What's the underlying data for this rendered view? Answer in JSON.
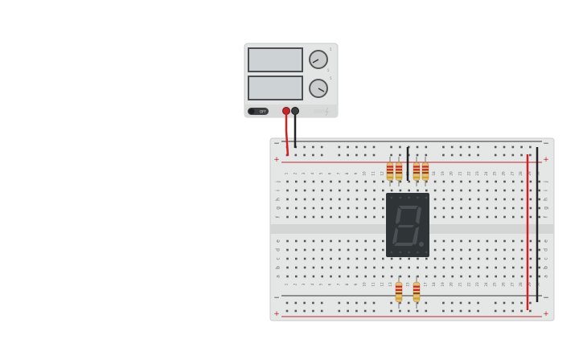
{
  "power_supply": {
    "switch_label": "OFF",
    "knob_top_max": "5",
    "knob_bottom_max": "5",
    "current_limit_label": "5"
  },
  "breadboard": {
    "rail_minus": "−",
    "rail_plus": "+",
    "columns": [
      "1",
      "2",
      "3",
      "4",
      "5",
      "6",
      "7",
      "8",
      "9",
      "10",
      "11",
      "12",
      "13",
      "14",
      "15",
      "16",
      "17",
      "18",
      "19",
      "20",
      "21",
      "22",
      "23",
      "24",
      "25",
      "26",
      "27",
      "28",
      "29",
      "30"
    ],
    "rows_top": [
      "j",
      "i",
      "h",
      "g",
      "f"
    ],
    "rows_bottom": [
      "e",
      "d",
      "c",
      "b",
      "a"
    ]
  },
  "colors": {
    "wire_red": "#d0201f",
    "wire_black": "#222222",
    "display_body": "#2f3436",
    "resistor_body": "#e6c07a"
  },
  "components": {
    "display": "seven-segment-display",
    "resistors": [
      "resistor-1",
      "resistor-2",
      "resistor-3",
      "resistor-4",
      "resistor-5",
      "resistor-6"
    ]
  }
}
